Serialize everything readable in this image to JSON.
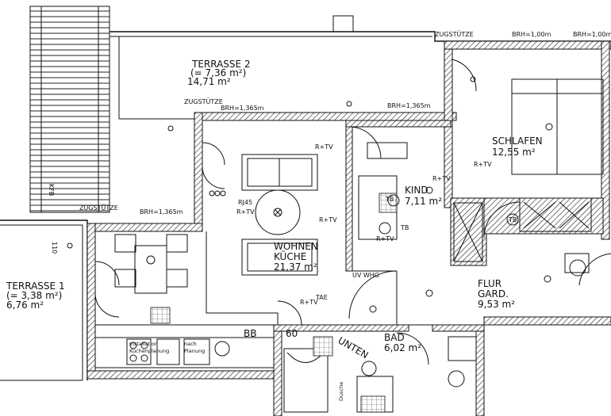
{
  "rooms": {
    "terrasse2": {
      "name": "TERRASSE 2",
      "calc": "(= 7,36 m²)",
      "area": "14,71 m²"
    },
    "terrasse1": {
      "name": "TERRASSE 1",
      "calc": "(= 3,38 m²)",
      "area": "6,76 m²"
    },
    "schlafen": {
      "name": "SCHLAFEN",
      "area": "12,55 m²"
    },
    "kind": {
      "name": "KIND",
      "area": "7,11 m²"
    },
    "wohnen": {
      "name": "WOHNEN",
      "sub": "KÜCHE",
      "area": "21,37 m²"
    },
    "flur": {
      "name": "FLUR",
      "sub": "GARD.",
      "area": "9,53 m²"
    },
    "bad": {
      "name": "BAD",
      "area": "6,02 m²"
    }
  },
  "annotations": {
    "zugstuetze_top": "ZUGSTÜTZE",
    "zugstuetze_mid": "ZUGSTÜTZE",
    "zugstuetze_left": "ZUGSTÜTZE",
    "brh_100_a": "BRH=1,00m",
    "brh_100_b": "BRH=1,00m",
    "brh_1365_a": "BRH=1,365m",
    "brh_1365_b": "BRH=1,365m",
    "brh_1365_c": "BRH=1,365m",
    "rtv": "R+TV",
    "rj45": "RJ45",
    "tb": "TB",
    "uv_whg": "UV WHG",
    "tae": "TAE",
    "bb": "BB",
    "dim_60": "60",
    "unten": "UNTEN",
    "installation": "Installation",
    "kuechenplanung": "Küchenplanung",
    "nach_planung": "nach",
    "nach_planung2": "Planung",
    "dusche": "Dusche",
    "dim_110": "110",
    "kfb": "KFB"
  }
}
